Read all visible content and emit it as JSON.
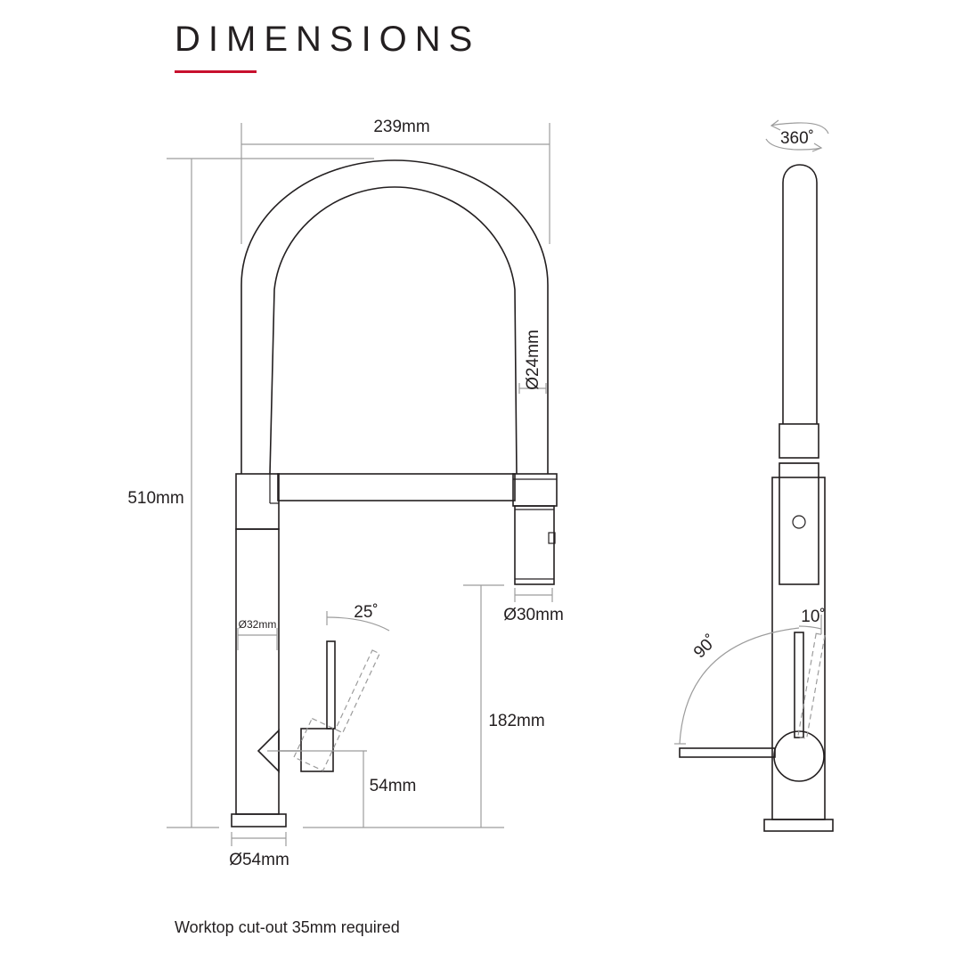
{
  "heading": {
    "title": "DIMENSIONS",
    "accent_color": "#c8102e"
  },
  "dimensions": {
    "width": "239mm",
    "height": "510mm",
    "hose_diameter": "Ø24mm",
    "spout_diameter": "Ø30mm",
    "body_diameter": "Ø32mm",
    "base_diameter": "Ø54mm",
    "spout_clearance": "182mm",
    "handle_height": "54mm",
    "handle_tilt": "25˚",
    "rotation": "360˚",
    "side_handle_angle": "10˚",
    "side_lever_angle": "90˚"
  },
  "footnote": "Worktop cut-out 35mm required"
}
